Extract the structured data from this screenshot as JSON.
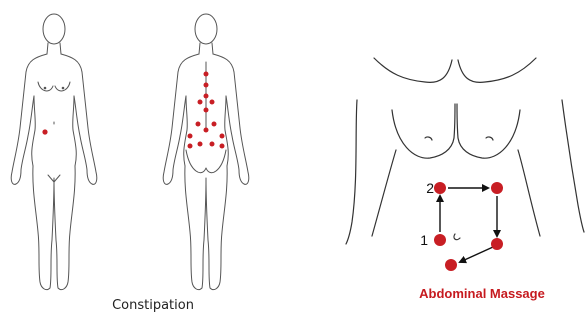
{
  "left_panel": {
    "caption": "Constipation",
    "point_color": "#c81e24"
  },
  "right_panel": {
    "caption": "Abdominal Massage",
    "caption_color": "#c61a1f",
    "step_labels": [
      "1",
      "2"
    ],
    "point_color": "#c81e24"
  }
}
